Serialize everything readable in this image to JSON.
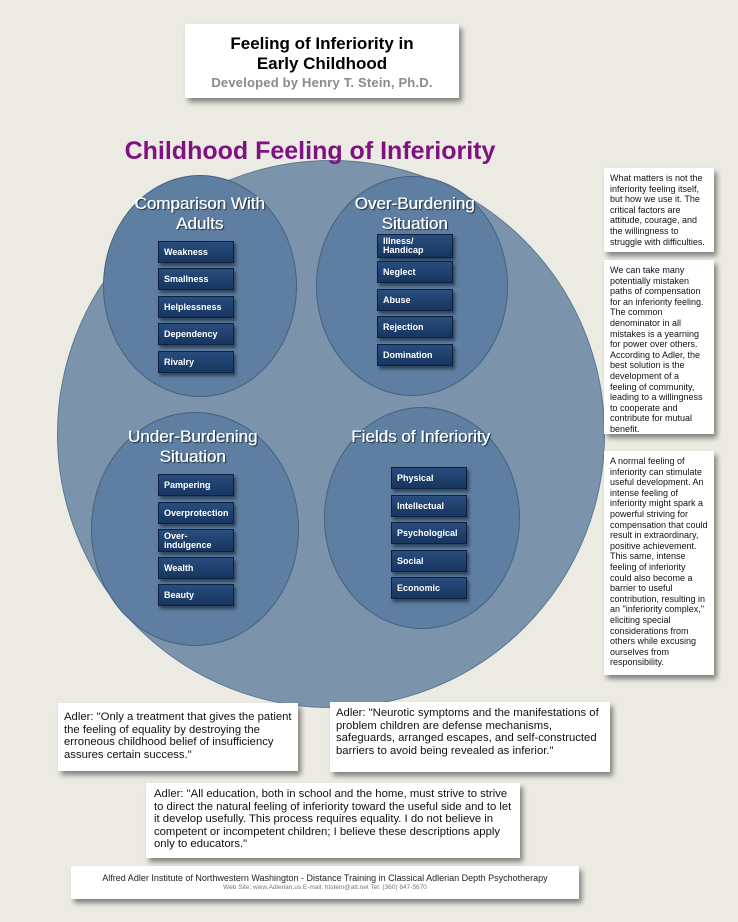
{
  "title": {
    "line1": "Feeling of Inferiority in",
    "line2": "Early Childhood",
    "author": "Developed by Henry T. Stein, Ph.D."
  },
  "main_heading": "Childhood Feeling of Inferiority",
  "circles": [
    {
      "title": "Comparison With Adults",
      "items": [
        "Weakness",
        "Smallness",
        "Helplessness",
        "Dependency",
        "Rivalry"
      ]
    },
    {
      "title": "Over-Burdening Situation",
      "items": [
        "Illness/ Handicap",
        "Neglect",
        "Abuse",
        "Rejection",
        "Domination"
      ]
    },
    {
      "title": "Under-Burdening Situation",
      "items": [
        "Pampering",
        "Overprotection",
        "Over- indulgence",
        "Wealth",
        "Beauty"
      ]
    },
    {
      "title": "Fields of Inferiority",
      "items": [
        "Physical",
        "Intellectual",
        "Psychological",
        "Social",
        "Economic"
      ]
    }
  ],
  "notes": [
    "What matters is not the inferiority feeling itself, but how we use it.  The critical factors are attitude, courage, and the willingness to struggle with difficulties.",
    "We can take many potentially mistaken paths of compensation for an inferiority feeling. The common denominator in all mistakes is a yearning for power over others. According to Adler, the best solution is the development of a feeling of community, leading to a willingness to cooperate and contribute for mutual benefit.",
    "A normal feeling of inferiority can stimulate useful development. An intense feeling of inferiority might spark a powerful striving for compensation that could result in extraordinary, positive achievement.  This same, intense feeling of inferiority could also become a barrier to useful contribution, resulting in an \"inferiority complex,\" eliciting special considerations from others while excusing ourselves from responsibility."
  ],
  "quotes": [
    "Adler: \"Only a treatment that gives the patient the feeling of equality by destroying the erroneous childhood belief of insufficiency assures certain success.\"",
    "Adler: \"Neurotic symptoms and the manifestations of problem children are defense mechanisms, safeguards, arranged escapes, and self-constructed barriers to avoid being revealed as inferior.\"",
    "Adler: \"All education, both in school and the home, must strive to strive to direct the natural feeling of inferiority toward the useful side and to let it develop usefully.  This process requires equality.  I do not believe in competent or incompetent children; I believe these descriptions apply only to educators.\""
  ],
  "footer": {
    "line1": "Alfred Adler Institute of Northwestern Washington - Distance Training in Classical Adlerian Depth Psychotherapy",
    "line2": "Web Site: www.Adlerian.us   E-mail: htstein@att.net   Tel: (360) 647-5670"
  },
  "colors": {
    "heading": "#7f1180",
    "big_circle": "#7b93ab",
    "sub_circle": "#5e7fa1",
    "button": "#1f416f"
  }
}
